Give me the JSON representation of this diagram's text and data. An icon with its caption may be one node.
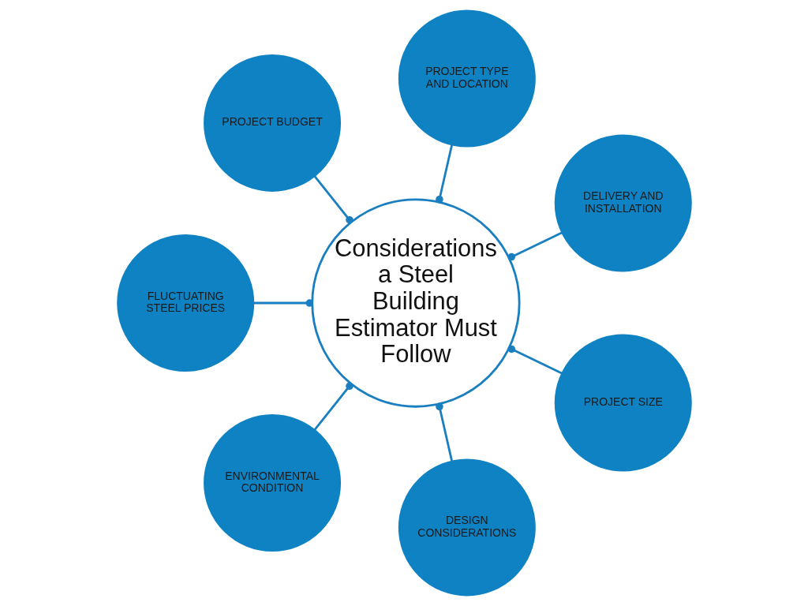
{
  "diagram": {
    "nodes": [
      {
        "text": [
          "Considerations a Steel Building Estimator Must Follow"
        ]
      },
      {
        "text": [
          "DELIVERY AND INSTALLATION"
        ]
      },
      {
        "text": [
          "PROJECT TYPE AND LOCATION"
        ]
      },
      {
        "text": [
          "PROJECT BUDGET"
        ]
      },
      {
        "text": [
          "FLUCTUATING STEEL PRICES"
        ]
      },
      {
        "text": [
          "ENVIRONMENTAL CONDITION"
        ]
      },
      {
        "text": [
          "DESIGN CONSIDERATIONS"
        ]
      },
      {
        "text": [
          "PROJECT SIZE"
        ]
      }
    ],
    "edges": [
      {
        "from": 1,
        "to": 0,
        "arrow": "other"
      },
      {
        "from": 2,
        "to": 0,
        "arrow": "other"
      },
      {
        "from": 3,
        "to": 0,
        "arrow": "other"
      },
      {
        "from": 4,
        "to": 0,
        "arrow": "other"
      },
      {
        "from": 5,
        "to": 0,
        "arrow": "other"
      },
      {
        "from": 6,
        "to": 0,
        "arrow": "other"
      },
      {
        "from": 7,
        "to": 0,
        "arrow": "other"
      }
    ]
  }
}
